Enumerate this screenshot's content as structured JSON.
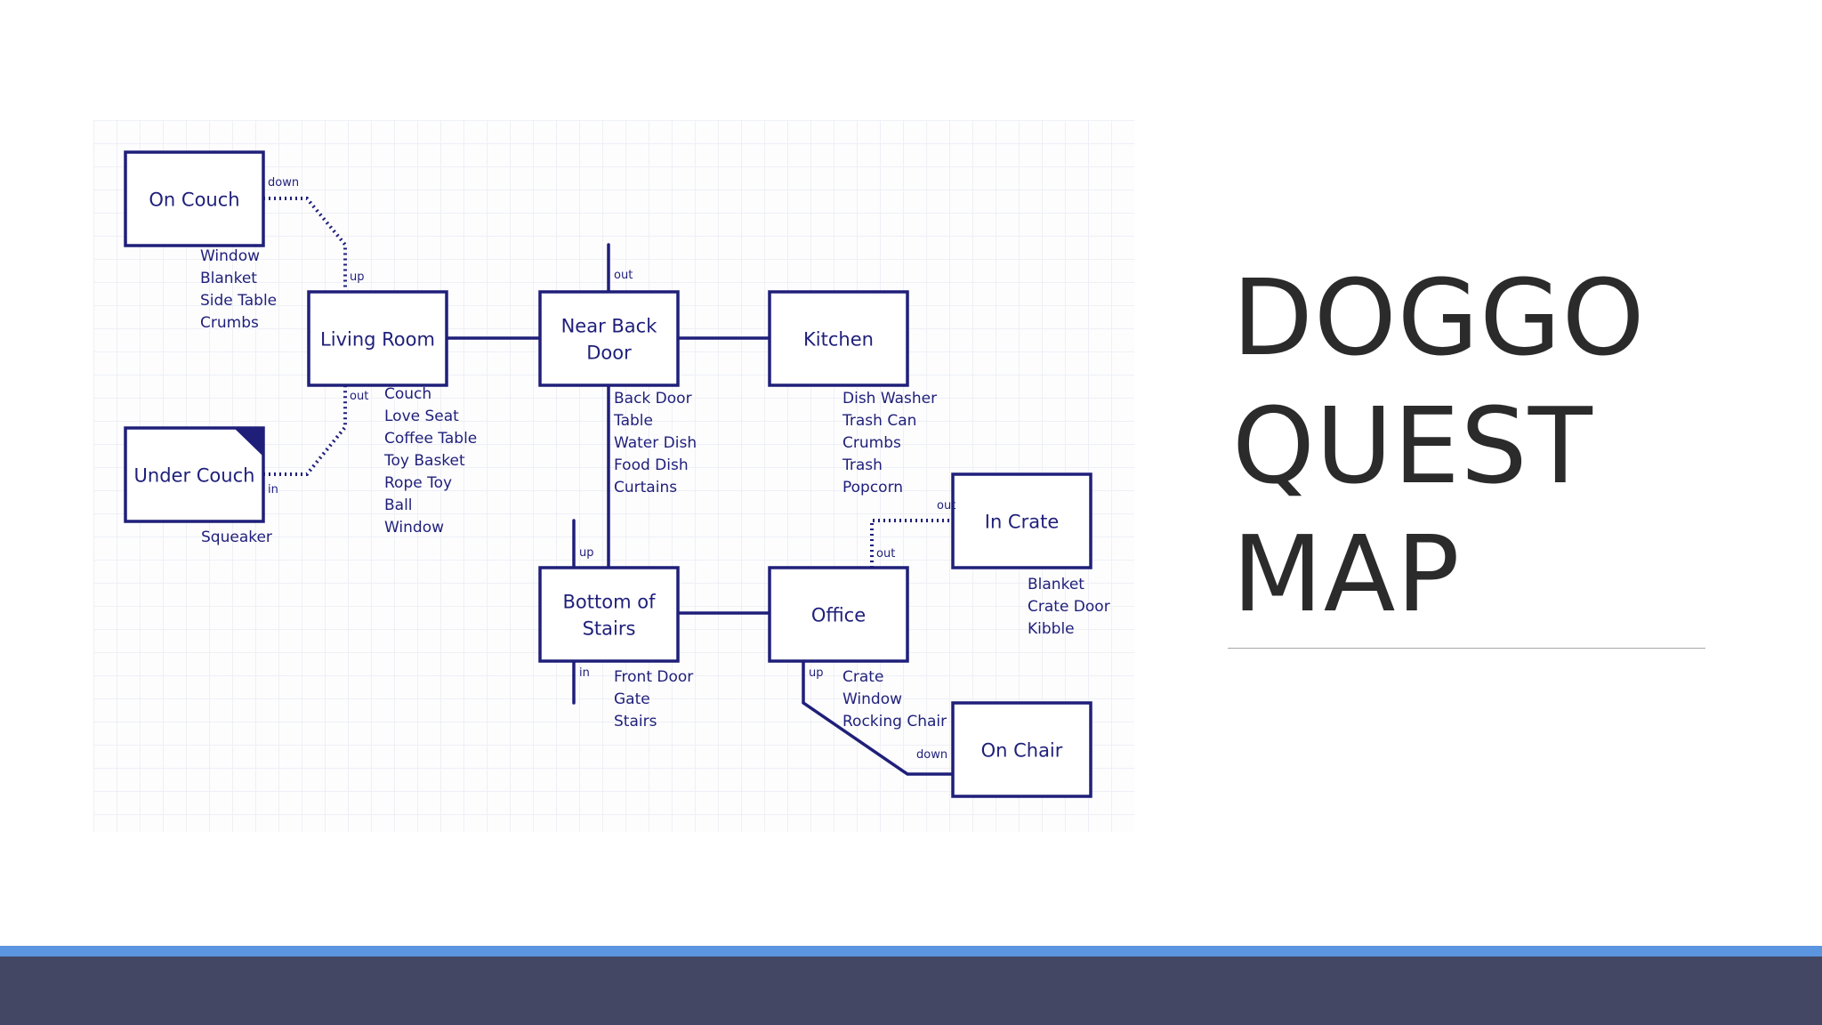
{
  "slide": {
    "title": "DOGGO\nQUEST\nMAP",
    "colors": {
      "ink": "#1f1f7a",
      "title": "#2b2b2b",
      "accent_band": "#5b95e0",
      "footer_band": "#434763",
      "grid": "#eef0f5"
    }
  },
  "map": {
    "rooms": [
      {
        "id": "on-couch",
        "name": [
          "On Couch"
        ],
        "items": [
          "Window",
          "Blanket",
          "Side Table",
          "Crumbs"
        ]
      },
      {
        "id": "living-room",
        "name": [
          "Living Room"
        ],
        "items": [
          "Couch",
          "Love Seat",
          "Coffee Table",
          "Toy Basket",
          "Rope Toy",
          "Ball",
          "Window"
        ]
      },
      {
        "id": "near-back-door",
        "name": [
          "Near Back",
          "Door"
        ],
        "items": [
          "Back Door",
          "Table",
          "Water Dish",
          "Food Dish",
          "Curtains"
        ]
      },
      {
        "id": "kitchen",
        "name": [
          "Kitchen"
        ],
        "items": [
          "Dish Washer",
          "Trash Can",
          "Crumbs",
          "Trash",
          "Popcorn"
        ]
      },
      {
        "id": "under-couch",
        "name": [
          "Under Couch"
        ],
        "items": [
          "Squeaker"
        ]
      },
      {
        "id": "in-crate",
        "name": [
          "In Crate"
        ],
        "items": [
          "Blanket",
          "Crate Door",
          "Kibble"
        ]
      },
      {
        "id": "bottom-of-stairs",
        "name": [
          "Bottom of",
          "Stairs"
        ],
        "items": [
          "Front Door",
          "Gate",
          "Stairs"
        ]
      },
      {
        "id": "office",
        "name": [
          "Office"
        ],
        "items": [
          "Crate",
          "Window",
          "Rocking Chair"
        ]
      },
      {
        "id": "on-chair",
        "name": [
          "On Chair"
        ],
        "items": []
      }
    ],
    "direction_labels": [
      "down",
      "up",
      "out",
      "in",
      "out",
      "up",
      "in",
      "out",
      "out",
      "up",
      "down"
    ]
  }
}
